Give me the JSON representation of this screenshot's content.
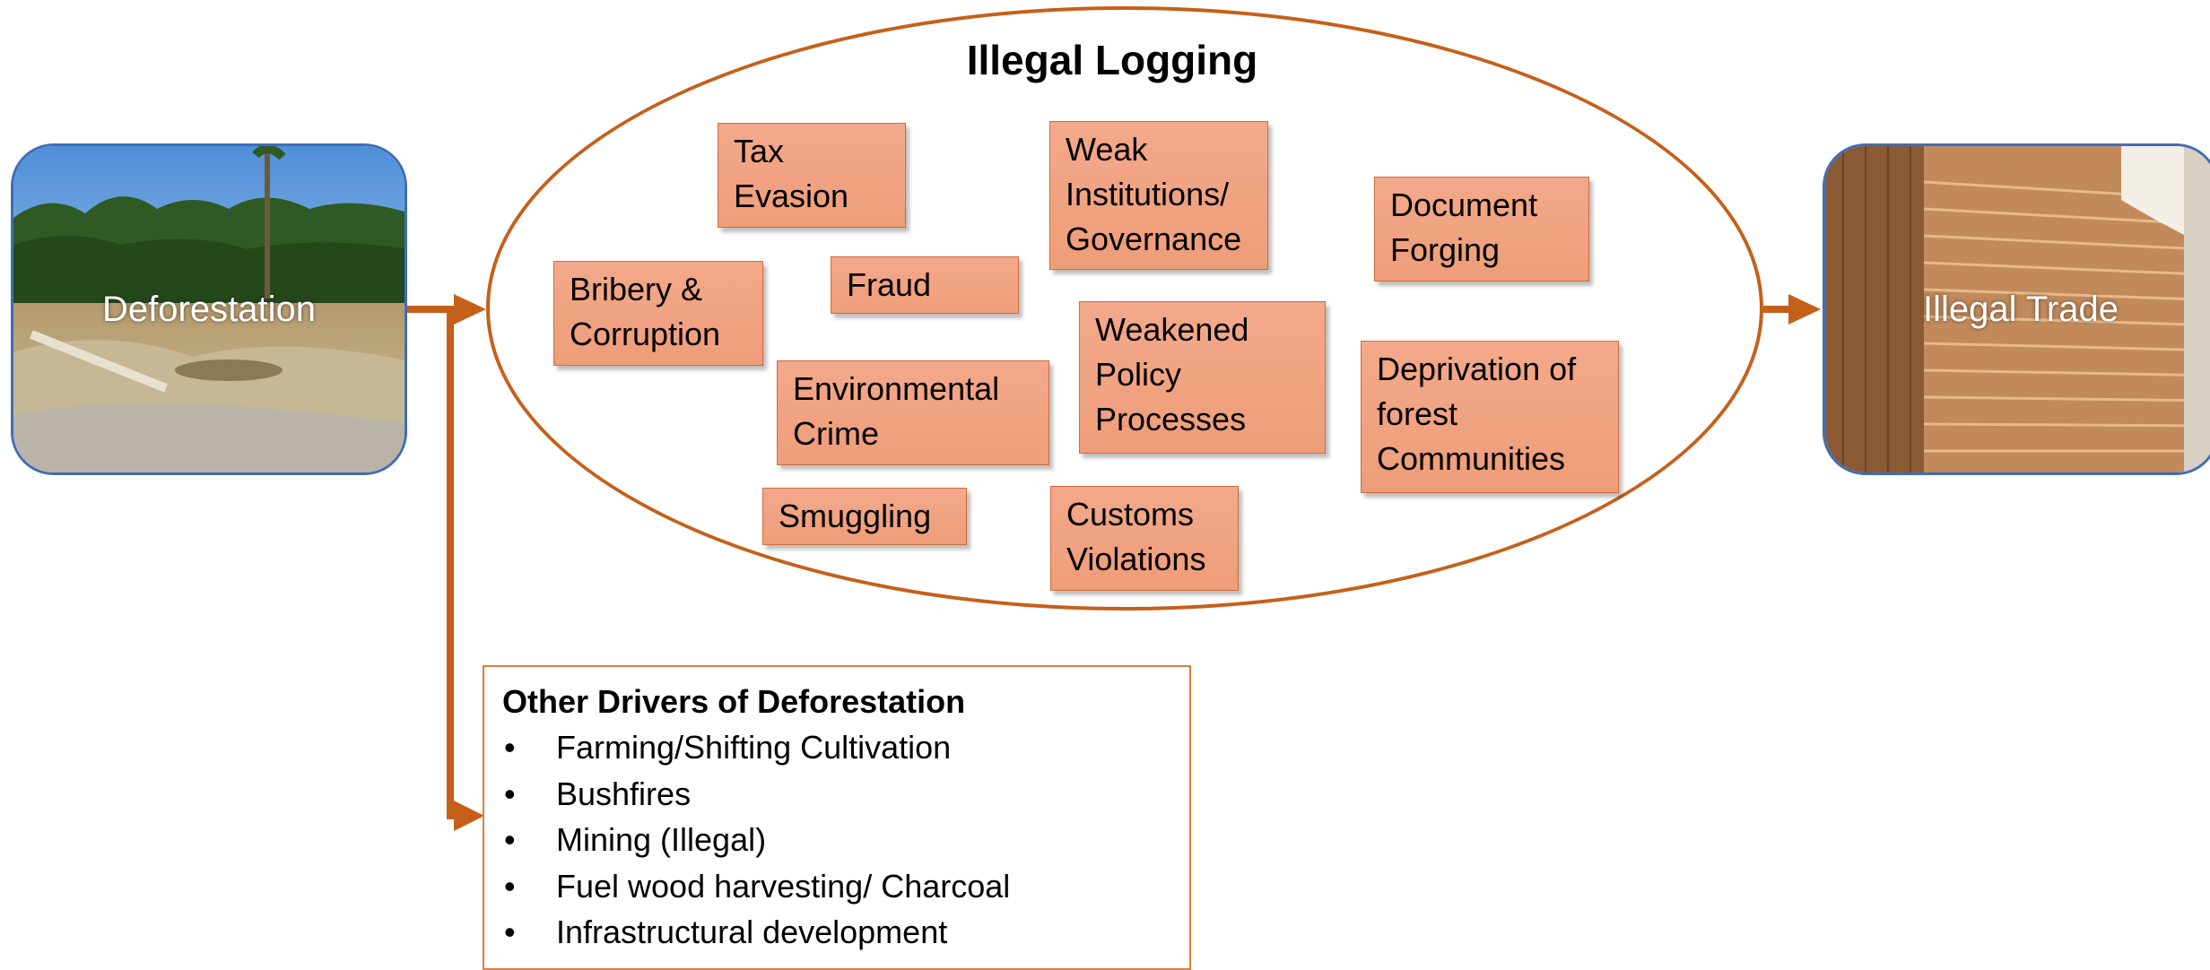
{
  "left_panel": {
    "label": "Deforestation"
  },
  "right_panel": {
    "label": "Illegal Trade"
  },
  "ellipse": {
    "title": "Illegal Logging"
  },
  "factors": [
    "Tax\nEvasion",
    "Weak\nInstitutions/\nGovernance",
    "Document\nForging",
    "Bribery &\nCorruption",
    "Fraud",
    "Environmental\nCrime",
    "Weakened\nPolicy\nProcesses",
    "Deprivation of\nforest\nCommunities",
    "Smuggling",
    "Customs\nViolations"
  ],
  "other_drivers": {
    "title": "Other Drivers of Deforestation",
    "bullet": "•",
    "items": [
      "Farming/Shifting Cultivation",
      "Bushfires",
      "Mining (Illegal)",
      "Fuel wood harvesting/ Charcoal",
      "Infrastructural development"
    ]
  },
  "colors": {
    "arrow": "#c5601a",
    "box_fill": "#f0a282",
    "box_border": "#d06a3a",
    "panel_border": "#3f6eb5"
  }
}
